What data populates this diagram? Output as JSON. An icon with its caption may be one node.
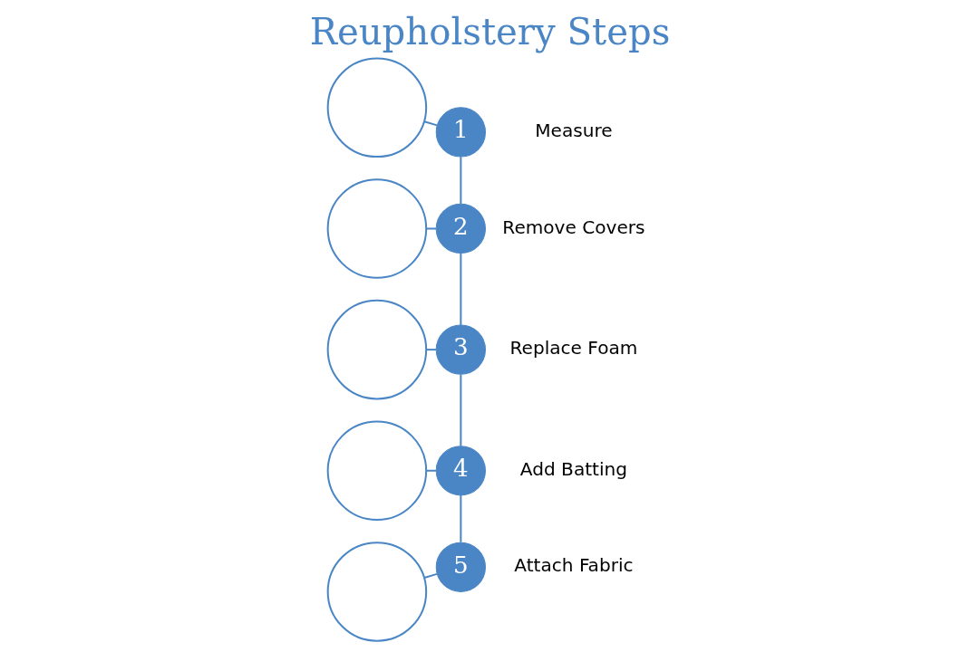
{
  "diagram": {
    "title": "Reupholstery Steps",
    "nodes": [
      {
        "text": [],
        "shape": "circle"
      },
      {
        "text": [
          "1"
        ],
        "beside": [
          "Measure"
        ]
      },
      {
        "text": [],
        "shape": "circle"
      },
      {
        "text": [
          "2"
        ],
        "beside": [
          "Remove Covers"
        ]
      },
      {
        "text": [],
        "shape": "circle"
      },
      {
        "text": [
          "3"
        ],
        "beside": [
          "Replace Foam"
        ]
      },
      {
        "text": [],
        "shape": "circle"
      },
      {
        "text": [
          "4"
        ],
        "beside": [
          "Add Batting"
        ]
      },
      {
        "text": [],
        "shape": "circle"
      },
      {
        "text": [
          "5"
        ],
        "beside": [
          "Attach Fabric"
        ]
      }
    ],
    "edges": [
      {
        "from": 0,
        "to": 1,
        "arrow": "none"
      },
      {
        "from": 2,
        "to": 3,
        "arrow": "none"
      },
      {
        "from": 4,
        "to": 5,
        "arrow": "none"
      },
      {
        "from": 6,
        "to": 7,
        "arrow": "none"
      },
      {
        "from": 8,
        "to": 9,
        "arrow": "none"
      },
      {
        "from": 1,
        "to": 3,
        "arrow": "none"
      },
      {
        "from": 3,
        "to": 5,
        "arrow": "none"
      },
      {
        "from": 5,
        "to": 7,
        "arrow": "none"
      },
      {
        "from": 7,
        "to": 9,
        "arrow": "none"
      }
    ]
  }
}
